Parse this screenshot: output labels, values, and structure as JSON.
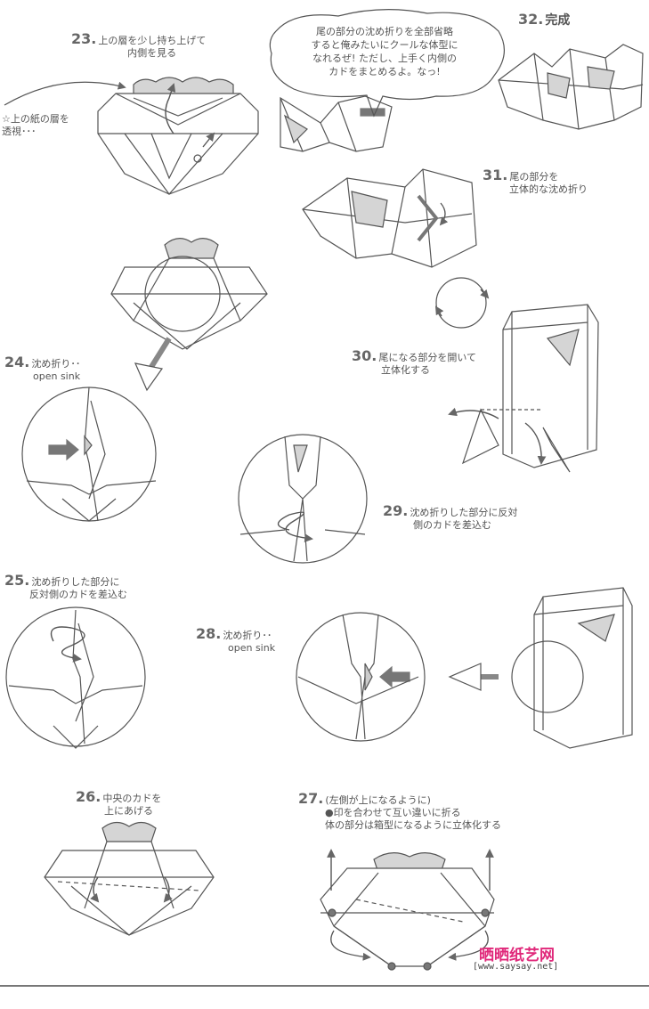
{
  "steps": {
    "s23": {
      "num": "23.",
      "line1": "上の層を少し持ち上げて",
      "line2": "内側を見る",
      "note_line1": "☆上の紙の層を",
      "note_line2": "透視･･･"
    },
    "s24": {
      "num": "24.",
      "line1": "沈め折り･･",
      "line2": "open sink"
    },
    "s25": {
      "num": "25.",
      "line1": "沈め折りした部分に",
      "line2": "反対側のカドを差込む"
    },
    "s26": {
      "num": "26.",
      "line1": "中央のカドを",
      "line2": "上にあげる"
    },
    "s27": {
      "num": "27.",
      "line1": "(左側が上になるように)",
      "line2": "●印を合わせて互い違いに折る",
      "line3": "体の部分は箱型になるように立体化する"
    },
    "s28": {
      "num": "28.",
      "line1": "沈め折り･･",
      "line2": "open sink"
    },
    "s29": {
      "num": "29.",
      "line1": "沈め折りした部分に反対",
      "line2": "側のカドを差込む"
    },
    "s30": {
      "num": "30.",
      "line1": "尾になる部分を開いて",
      "line2": "立体化する"
    },
    "s31": {
      "num": "31.",
      "line1": "尾の部分を",
      "line2": "立体的な沈め折り"
    },
    "s32": {
      "num": "32.",
      "line1": "完成"
    }
  },
  "bubble": {
    "line1": "尾の部分の沈め折りを全部省略",
    "line2": "すると俺みたいにクールな体型に",
    "line3": "なれるぜ! ただし、上手く内側の",
    "line4": "カドをまとめるよ。なっ!"
  },
  "watermark": {
    "brand": "晒晒纸艺网",
    "url": "[www.saysay.net]"
  },
  "colors": {
    "line": "#555555",
    "shade": "#d0d0d0",
    "arrow_fill": "#777777"
  }
}
